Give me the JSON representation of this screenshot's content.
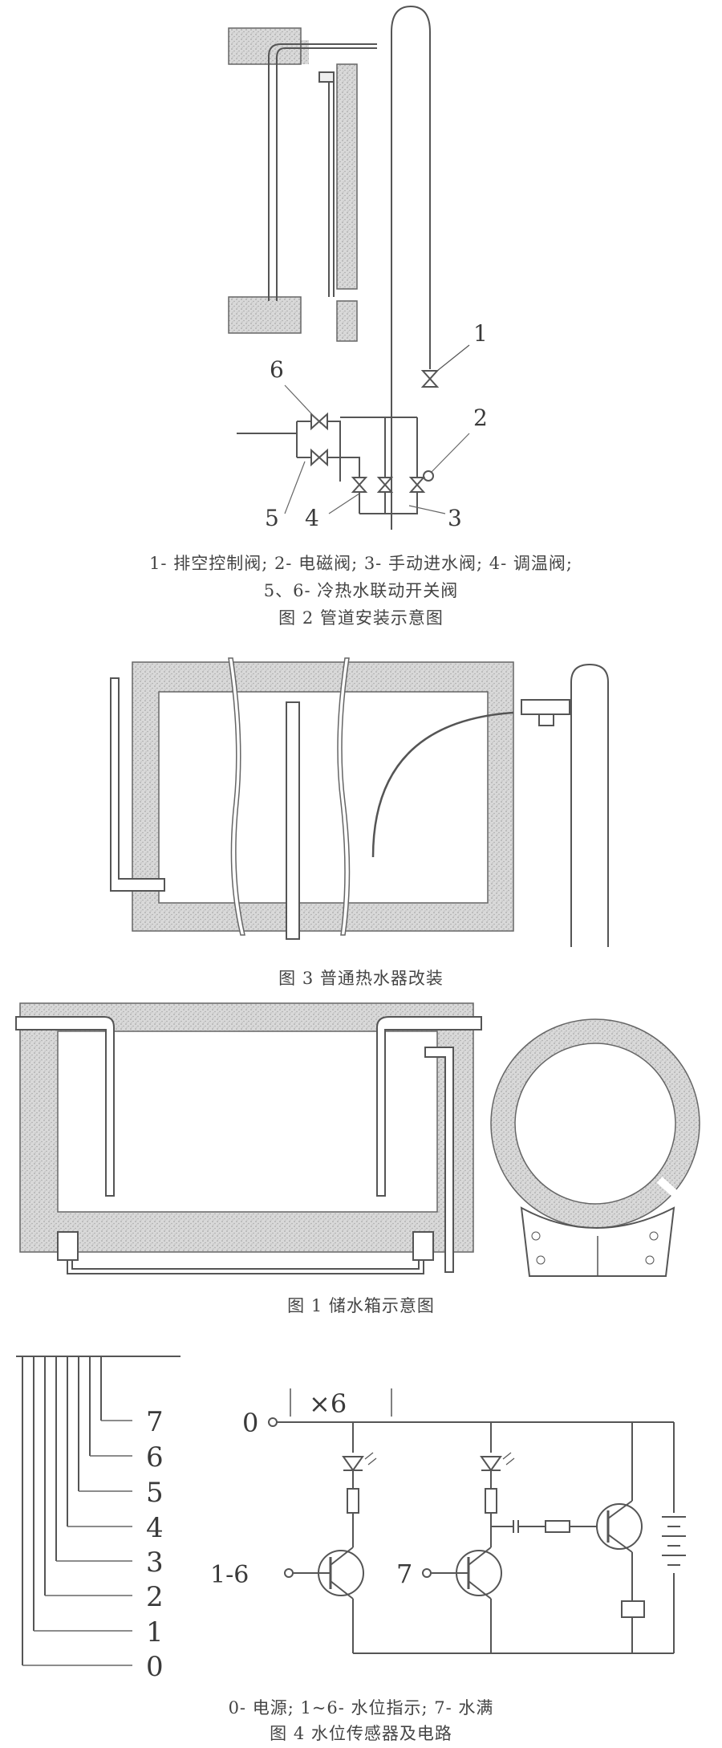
{
  "fig2": {
    "labels": [
      "1",
      "2",
      "3",
      "4",
      "5",
      "6"
    ],
    "legend_line1": "1- 排空控制阀; 2- 电磁阀; 3- 手动进水阀; 4- 调温阀;",
    "legend_line2": "5、6- 冷热水联动开关阀",
    "caption": "图 2  管道安装示意图"
  },
  "fig3": {
    "caption": "图 3  普通热水器改装"
  },
  "fig1": {
    "caption": "图 1  储水箱示意图"
  },
  "fig4": {
    "level_labels": [
      "7",
      "6",
      "5",
      "4",
      "3",
      "2",
      "1",
      "0"
    ],
    "multiplier": "×6",
    "terminal_power": "0",
    "terminal_level": "1-6",
    "terminal_full": "7",
    "legend": "0- 电源; 1~6- 水位指示; 7- 水满",
    "caption": "图 4  水位传感器及电路"
  }
}
